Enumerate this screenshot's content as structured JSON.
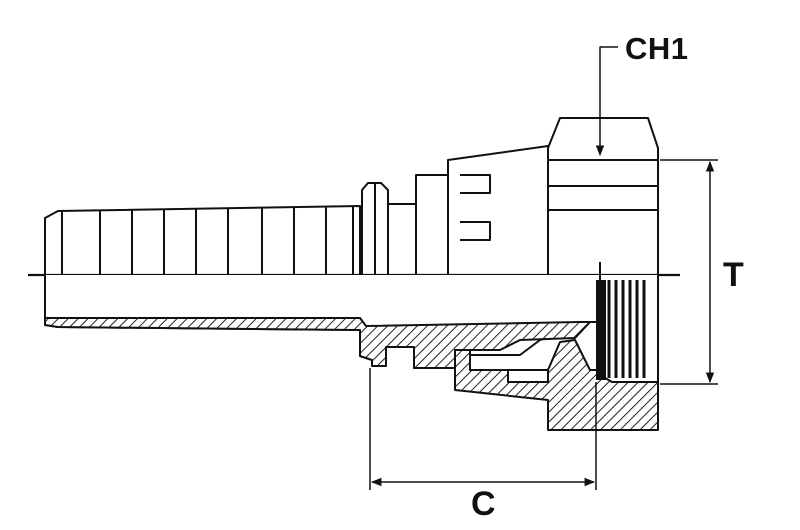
{
  "diagram": {
    "labels": {
      "nut_size": "CH1",
      "thread": "T",
      "length": "C"
    }
  },
  "colors": {
    "line": "#111111",
    "hatch": "#222222",
    "background": "#ffffff"
  }
}
